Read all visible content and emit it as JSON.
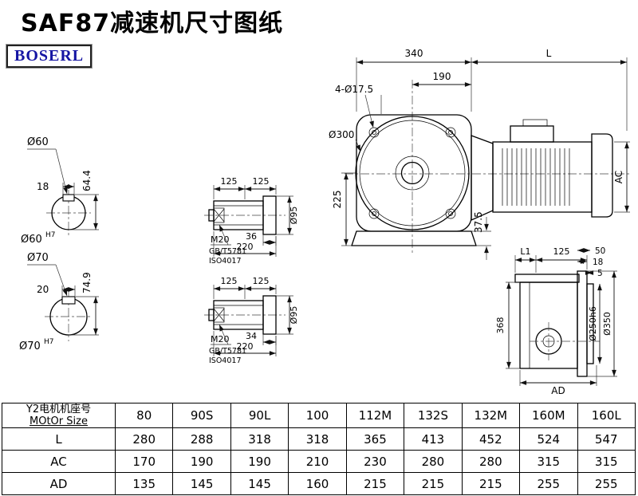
{
  "header": {
    "title": "SAF87减速机尺寸图纸",
    "logo": "BOSERL"
  },
  "front_view": {
    "dim_340": "340",
    "dim_l": "L",
    "dim_190": "190",
    "holes_callout": "4-Ø17.5",
    "flange_dia": "Ø300",
    "dim_225": "225",
    "dim_37_5": "37.5",
    "dim_ac": "AC"
  },
  "shaft_end_60": {
    "dia": "Ø60",
    "key_w": "18",
    "key_h": "64.4",
    "bore": "Ø60",
    "bore_tol": "H7"
  },
  "shaft_end_70": {
    "dia": "Ø70",
    "key_w": "20",
    "key_h": "74.9",
    "bore": "Ø70",
    "bore_tol": "H7"
  },
  "shaft_60": {
    "dim_125_a": "125",
    "dim_125_b": "125",
    "thread": "M20",
    "std_gb": "GB/T5781",
    "std_iso": "ISO4017",
    "dim_36": "36",
    "dim_220": "220",
    "dia_95": "Ø95"
  },
  "shaft_70": {
    "dim_125_a": "125",
    "dim_125_b": "125",
    "thread": "M20",
    "std_gb": "GB/T5781",
    "std_iso": "ISO4017",
    "dim_34": "34",
    "dim_220": "220",
    "dia_95": "Ø95"
  },
  "side_view": {
    "dim_l1": "L1",
    "dim_125": "125",
    "dim_50": "50",
    "dim_18": "18",
    "dim_5": "5",
    "dim_368": "368",
    "spigot_dia": "Ø250h6",
    "flange_dia": "Ø350",
    "dim_ad": "AD"
  },
  "table": {
    "header_line1": "Y2电机机座号",
    "header_line2": "MOtOr Size",
    "sizes": [
      "80",
      "90S",
      "90L",
      "100",
      "112M",
      "132S",
      "132M",
      "160M",
      "160L"
    ],
    "rows": [
      {
        "label": "L",
        "values": [
          "280",
          "288",
          "318",
          "318",
          "365",
          "413",
          "452",
          "524",
          "547"
        ]
      },
      {
        "label": "AC",
        "values": [
          "170",
          "190",
          "190",
          "210",
          "230",
          "280",
          "280",
          "315",
          "315"
        ]
      },
      {
        "label": "AD",
        "values": [
          "135",
          "145",
          "145",
          "160",
          "215",
          "215",
          "215",
          "255",
          "255"
        ]
      }
    ]
  }
}
